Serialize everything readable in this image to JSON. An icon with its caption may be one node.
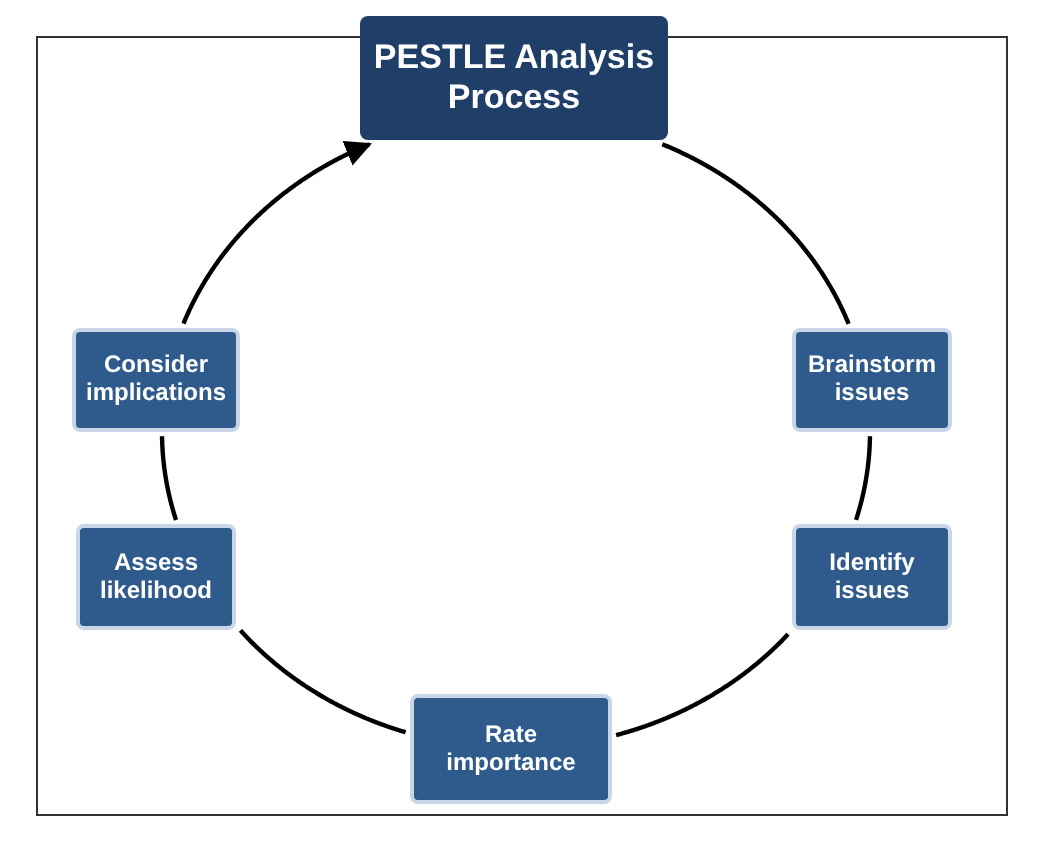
{
  "diagram": {
    "nodes": [
      {
        "text": [
          "PESTLE Analysis Process"
        ]
      },
      {
        "text": [
          "Brainstorm issues"
        ]
      },
      {
        "text": [
          "Identify issues"
        ]
      },
      {
        "text": [
          "Rate importance"
        ]
      },
      {
        "text": [
          "Assess likelihood"
        ]
      },
      {
        "text": [
          "Consider implications"
        ]
      }
    ],
    "edges": [
      {
        "from": 0,
        "to": 1,
        "arrow": "none"
      },
      {
        "from": 1,
        "to": 2,
        "arrow": "none"
      },
      {
        "from": 2,
        "to": 3,
        "arrow": "none"
      },
      {
        "from": 3,
        "to": 4,
        "arrow": "none"
      },
      {
        "from": 4,
        "to": 5,
        "arrow": "none"
      },
      {
        "from": 5,
        "to": 0,
        "arrow": "to"
      }
    ]
  }
}
